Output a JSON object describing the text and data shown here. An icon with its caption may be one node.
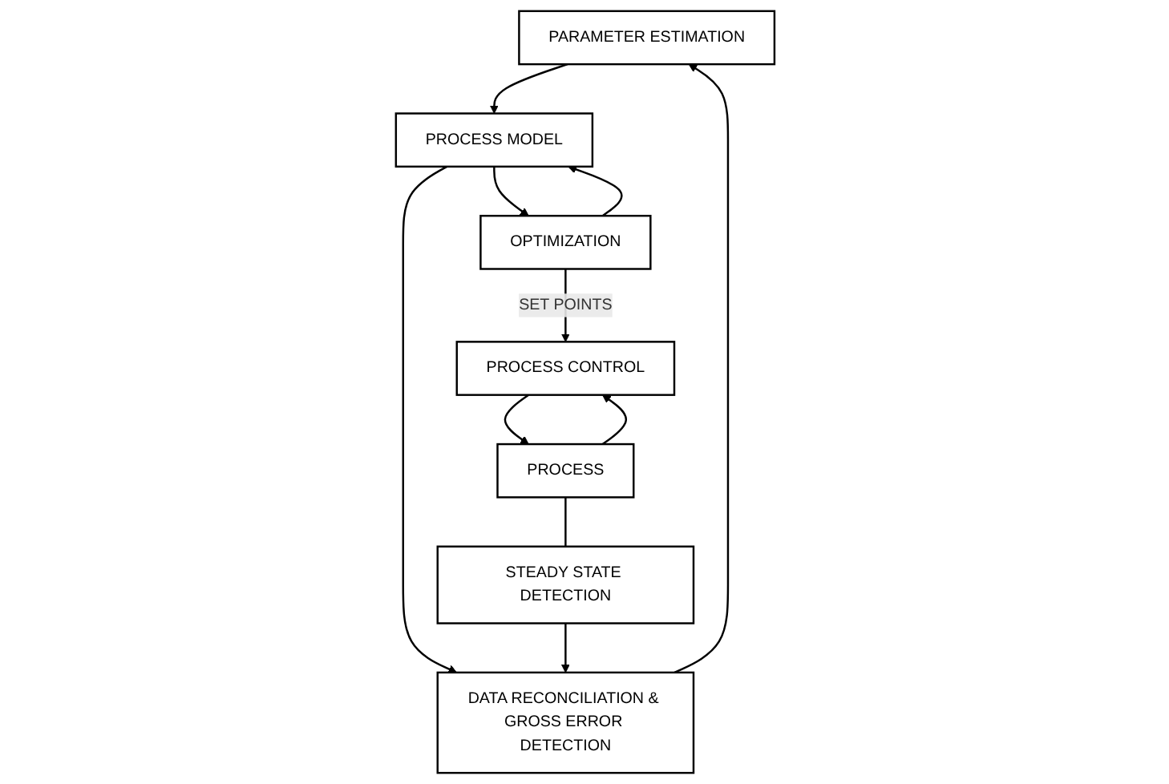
{
  "diagram": {
    "nodes": [
      {
        "text": [
          "PARAMETER ESTIMATION"
        ]
      },
      {
        "text": [
          "PROCESS MODEL"
        ]
      },
      {
        "text": [
          "DATA RECONCILIATION & GROSS ERROR DETECTION"
        ]
      },
      {
        "text": [
          "OPTIMIZATION"
        ]
      },
      {
        "text": [
          "STEADY STATE DETECTION"
        ]
      },
      {
        "text": [
          "PROCESS CONTROL"
        ]
      },
      {
        "text": [
          "PROCESS"
        ]
      }
    ],
    "edges": [
      {
        "from": 0,
        "to": 1,
        "arrow": "to"
      },
      {
        "from": 1,
        "to": 2,
        "arrow": "to"
      },
      {
        "from": 2,
        "to": 0,
        "arrow": "to"
      },
      {
        "from": 1,
        "to": 3,
        "arrow": "to"
      },
      {
        "from": 3,
        "to": 5,
        "arrow": "to",
        "label": "SET POINTS"
      },
      {
        "from": 3,
        "to": 1,
        "arrow": "to"
      },
      {
        "from": 5,
        "to": 6,
        "arrow": "to"
      },
      {
        "from": 6,
        "to": 5,
        "arrow": "to"
      },
      {
        "from": 6,
        "to": 4,
        "arrow": "none"
      },
      {
        "from": 4,
        "to": 2,
        "arrow": "to"
      }
    ]
  }
}
